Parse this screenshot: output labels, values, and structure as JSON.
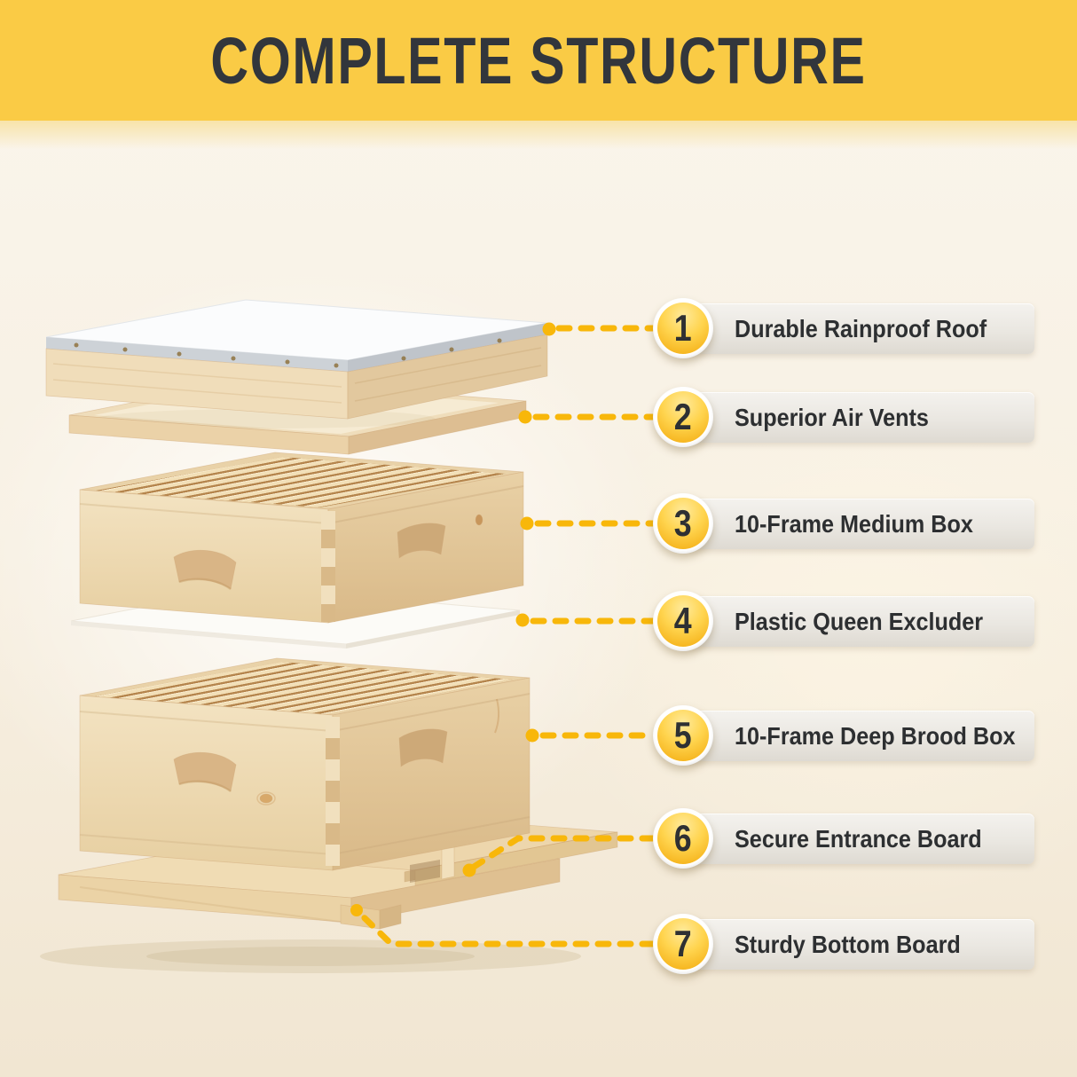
{
  "header": {
    "title": "COMPLETE STRUCTURE"
  },
  "callouts": [
    {
      "number": "1",
      "label": "Durable Rainproof Roof"
    },
    {
      "number": "2",
      "label": "Superior Air Vents"
    },
    {
      "number": "3",
      "label": "10-Frame Medium Box"
    },
    {
      "number": "4",
      "label": "Plastic Queen Excluder"
    },
    {
      "number": "5",
      "label": "10-Frame Deep Brood Box"
    },
    {
      "number": "6",
      "label": "Secure Entrance Board"
    },
    {
      "number": "7",
      "label": "Sturdy Bottom Board"
    }
  ],
  "colors": {
    "banner_yellow": "#FACB45",
    "title_text": "#32363C",
    "accent_dash_yellow": "#F8B70A",
    "badge_gradient_top": "#FFEA9C",
    "badge_gradient_bottom": "#F2A90C",
    "label_bar_light": "#F4F2EE",
    "label_bar_dark": "#DEDAD2",
    "label_text": "#2D2F31",
    "wood_light": "#F2E1BF",
    "wood_mid": "#E8D0A4",
    "wood_dark": "#DCBE8F",
    "roof_metal": "#CDD2D7",
    "roof_top_white": "#FBFCFD",
    "background_cream": "#F8F1E4"
  }
}
